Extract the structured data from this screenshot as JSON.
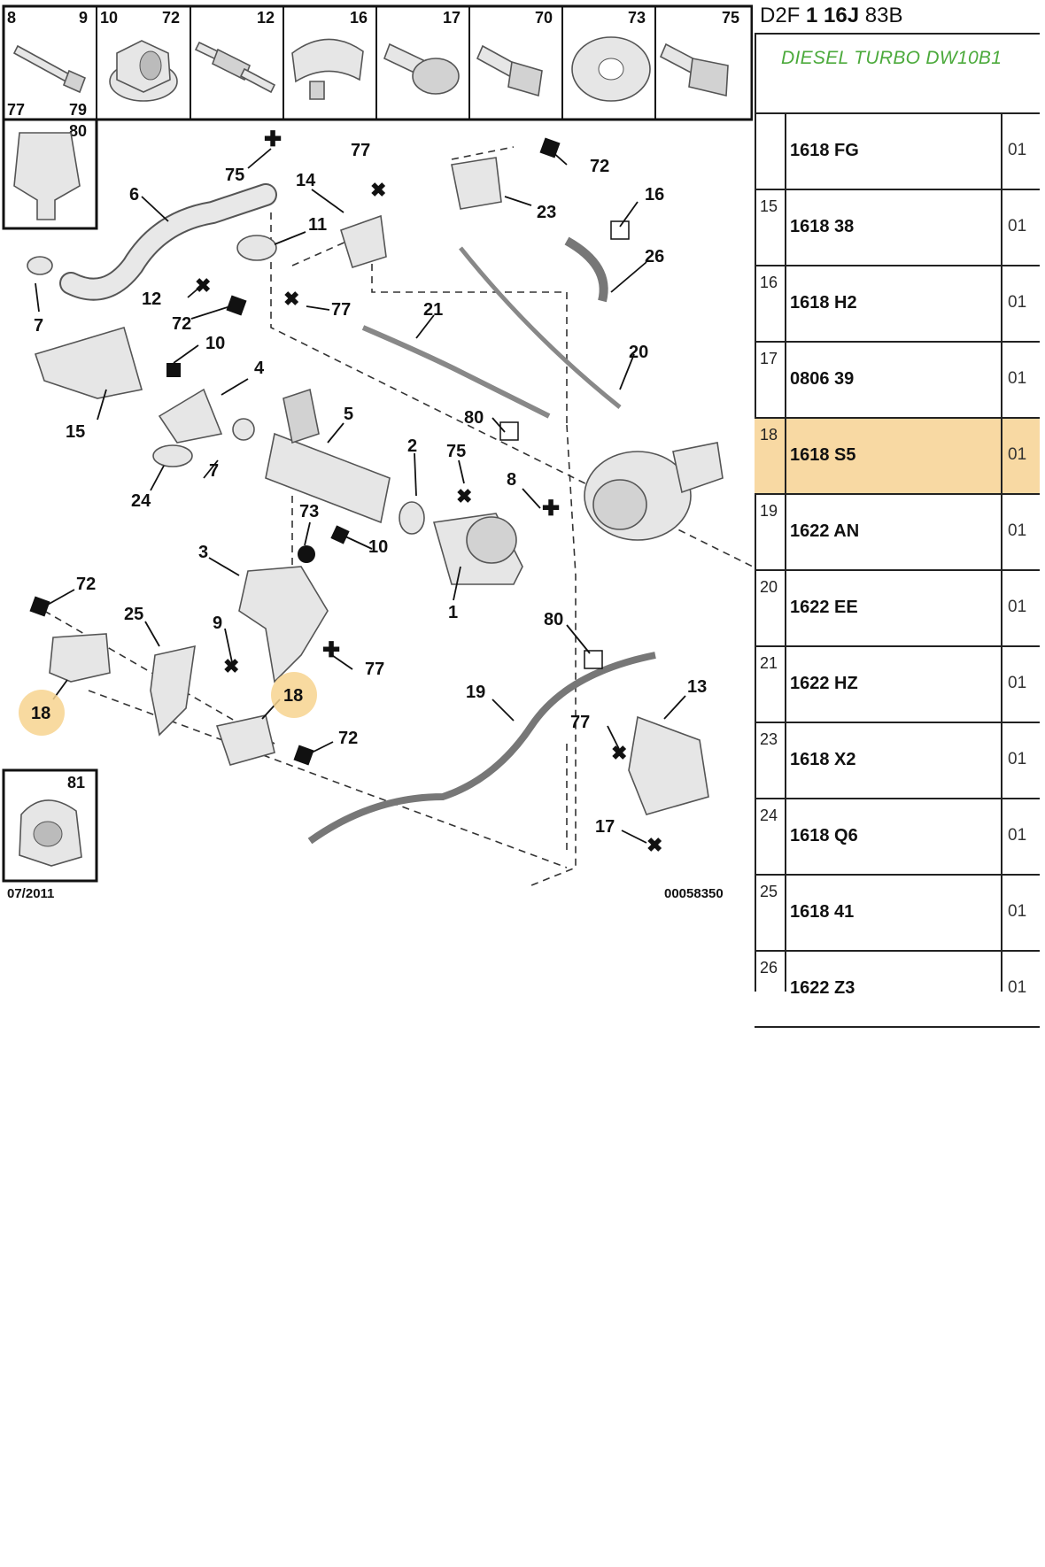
{
  "header": {
    "code_parts": [
      "D2F",
      "1",
      "16J",
      "83B"
    ],
    "subtitle": "DIESEL TURBO DW10B1"
  },
  "diagram": {
    "date": "07/2011",
    "ref_code": "00058350",
    "top_strip": [
      "8",
      "9",
      "10",
      "72",
      "12",
      "16",
      "17",
      "70",
      "73",
      "75"
    ],
    "top_strip_bottom": [
      "77",
      "79"
    ],
    "insets": [
      "80",
      "81"
    ],
    "callouts": [
      "6",
      "75",
      "77",
      "14",
      "11",
      "72",
      "23",
      "16",
      "26",
      "7",
      "12",
      "72",
      "77",
      "21",
      "10",
      "4",
      "20",
      "15",
      "5",
      "80",
      "2",
      "75",
      "8",
      "7",
      "24",
      "73",
      "10",
      "3",
      "1",
      "72",
      "25",
      "9",
      "77",
      "80",
      "18",
      "18",
      "19",
      "13",
      "77",
      "72",
      "17"
    ],
    "highlighted_ref": "18"
  },
  "parts": [
    {
      "ref": "",
      "pn": "1618 FG",
      "qty": "01",
      "selected": false
    },
    {
      "ref": "15",
      "pn": "1618 38",
      "qty": "01",
      "selected": false
    },
    {
      "ref": "16",
      "pn": "1618 H2",
      "qty": "01",
      "selected": false
    },
    {
      "ref": "17",
      "pn": "0806 39",
      "qty": "01",
      "selected": false
    },
    {
      "ref": "18",
      "pn": "1618 S5",
      "qty": "01",
      "selected": true
    },
    {
      "ref": "19",
      "pn": "1622 AN",
      "qty": "01",
      "selected": false
    },
    {
      "ref": "20",
      "pn": "1622 EE",
      "qty": "01",
      "selected": false
    },
    {
      "ref": "21",
      "pn": "1622 HZ",
      "qty": "01",
      "selected": false
    },
    {
      "ref": "23",
      "pn": "1618 X2",
      "qty": "01",
      "selected": false
    },
    {
      "ref": "24",
      "pn": "1618 Q6",
      "qty": "01",
      "selected": false
    },
    {
      "ref": "25",
      "pn": "1618 41",
      "qty": "01",
      "selected": false
    },
    {
      "ref": "26",
      "pn": "1622 Z3",
      "qty": "01",
      "selected": false
    }
  ]
}
